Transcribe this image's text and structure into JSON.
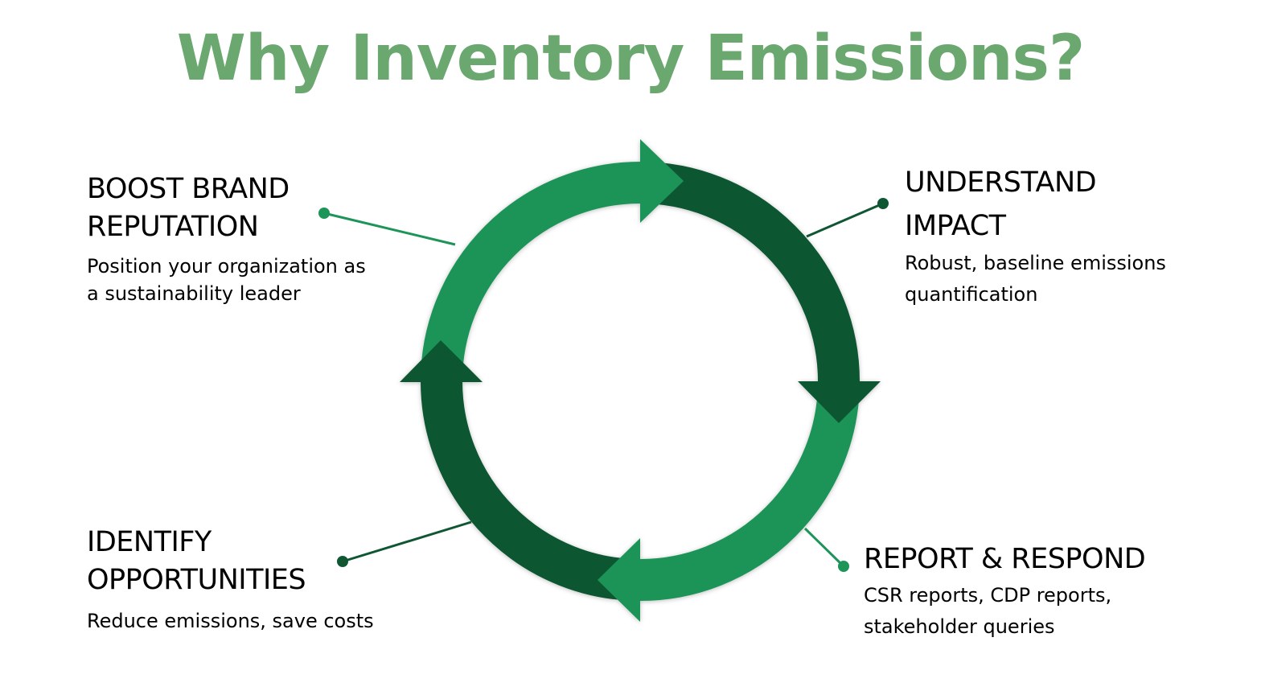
{
  "title": "Why Inventory Emissions?",
  "colors": {
    "title": "#6aa86f",
    "light_green": "#1d9458",
    "dark_green": "#0f5733"
  },
  "items": [
    {
      "heading_lines": [
        "BOOST BRAND",
        "REPUTATION"
      ],
      "body_lines": [
        "Position your organization as",
        "a sustainability leader"
      ]
    },
    {
      "heading_lines": [
        "UNDERSTAND",
        "IMPACT"
      ],
      "body_lines": [
        "Robust, baseline emissions",
        "quantification"
      ]
    },
    {
      "heading_lines": [
        "IDENTIFY",
        "OPPORTUNITIES"
      ],
      "body_lines": [
        "Reduce emissions, save costs"
      ]
    },
    {
      "heading_lines": [
        "REPORT & RESPOND"
      ],
      "body_lines": [
        "CSR reports, CDP reports,",
        "stakeholder queries"
      ]
    }
  ]
}
